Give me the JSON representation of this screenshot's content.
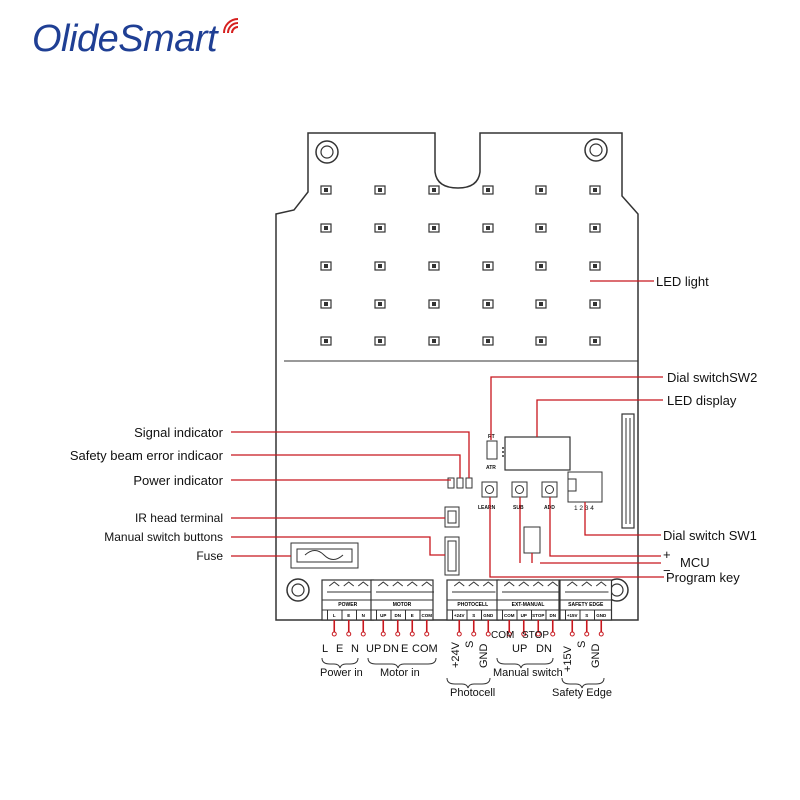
{
  "brand": {
    "name": "OlideSmart",
    "accent": "#1f3f94",
    "wifi_color": "#d6201f"
  },
  "colors": {
    "leader": "#c8161d",
    "outline": "#333333"
  },
  "callouts": {
    "led_light": "LED light",
    "dial_sw2": "Dial switchSW2",
    "led_display": "LED display",
    "signal_indicator": "Signal indicator",
    "safety_beam": "Safety beam error indicaor",
    "power_indicator": "Power indicator",
    "ir_head": "IR head terminal",
    "manual_buttons": "Manual switch buttons",
    "fuse": "Fuse",
    "dial_sw1": "Dial switch SW1",
    "plus": "+",
    "mcu": "MCU",
    "minus": "−",
    "program_key": "Program key"
  },
  "board_labels": {
    "rt": "RT",
    "atr": "ATR",
    "learn": "LEARN",
    "sub": "SUB",
    "add": "ADD",
    "dial_numbers": "1 2 3 4"
  },
  "terminals": [
    {
      "title": "POWER",
      "pins": [
        "L",
        "E",
        "N"
      ]
    },
    {
      "title": "MOTOR",
      "pins": [
        "UP",
        "DN",
        "E",
        "COM"
      ]
    },
    {
      "title": "PHOTOCELL",
      "pins": [
        "+24V",
        "S",
        "GND"
      ]
    },
    {
      "title": "EXT-MANUAL",
      "pins": [
        "COM",
        "UP",
        "STOP",
        "DN"
      ]
    },
    {
      "title": "SAFETY EDGE",
      "pins": [
        "+15V",
        "S",
        "GND"
      ]
    }
  ],
  "wires": {
    "power": [
      "L",
      "E",
      "N"
    ],
    "motor": [
      "UP",
      "DN",
      "E",
      "COM"
    ],
    "photocell": [
      "+24V",
      "S",
      "GND"
    ],
    "manual": {
      "com": "COM",
      "stop": "STOP",
      "up": "UP",
      "dn": "DN"
    },
    "safety": [
      "+15V",
      "S",
      "GND"
    ]
  },
  "groups": {
    "power_in": "Power in",
    "motor_in": "Motor in",
    "photocell": "Photocell",
    "manual_switch": "Manual switch",
    "safety_edge": "Safety Edge"
  }
}
